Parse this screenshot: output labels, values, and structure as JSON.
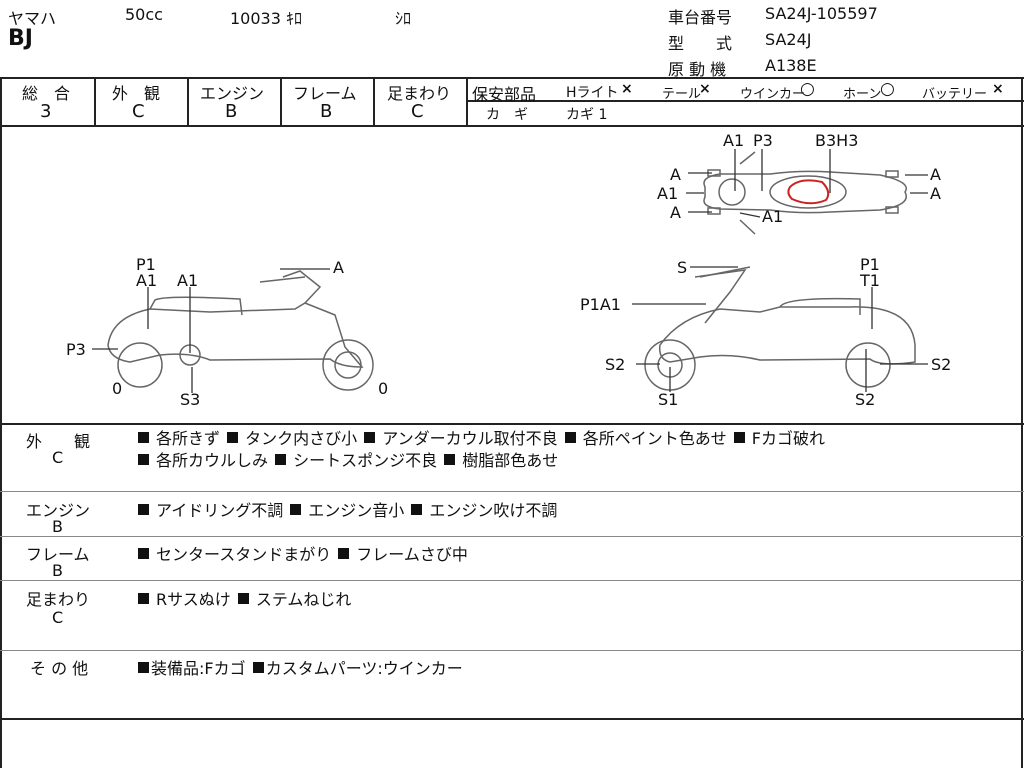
{
  "header": {
    "maker": "ヤマハ",
    "displacement": "50cc",
    "mileage": "10033 ｷﾛ",
    "color": "ｼﾛ",
    "model_name": "BJ",
    "frame_no_label": "車台番号",
    "frame_no": "SA24J-105597",
    "type_label": "型　　式",
    "type": "SA24J",
    "engine_label": "原 動 機",
    "engine": "A138E"
  },
  "grades": {
    "overall_label": "総　合",
    "overall": "3",
    "exterior_label": "外　観",
    "exterior": "C",
    "engine_label": "エンジン",
    "engine": "B",
    "frame_label": "フレーム",
    "frame": "B",
    "suspension_label": "足まわり",
    "suspension": "C"
  },
  "safety": {
    "label": "保安部品",
    "headlight_label": "Hライト",
    "headlight": "×",
    "taillight_label": "テール",
    "taillight": "×",
    "winker_label": "ウインカー",
    "winker": "○",
    "horn_label": "ホーン",
    "horn": "○",
    "battery_label": "バッテリー",
    "battery": "×",
    "key_label": "カ　ギ",
    "key_value": "カギ 1"
  },
  "diagram": {
    "top_labels": [
      "A1",
      "P3",
      "B3H3",
      "A",
      "A",
      "A1",
      "A",
      "A",
      "A1"
    ],
    "left_labels": [
      "P1",
      "A1",
      "A1",
      "A",
      "P3",
      "0",
      "0",
      "S3"
    ],
    "right_labels": [
      "S",
      "P1",
      "T1",
      "P1A1",
      "S2",
      "S2",
      "S1",
      "S2"
    ]
  },
  "notes": [
    {
      "label": "外　　観",
      "grade": "C",
      "items": [
        "各所きず",
        "タンク内さび小",
        "アンダーカウル取付不良",
        "各所ペイント色あせ",
        "Fカゴ破れ",
        "各所カウルしみ",
        "シートスポンジ不良",
        "樹脂部色あせ"
      ]
    },
    {
      "label": "エンジン",
      "grade": "B",
      "items": [
        "アイドリング不調",
        "エンジン音小",
        "エンジン吹け不調"
      ]
    },
    {
      "label": "フレーム",
      "grade": "B",
      "items": [
        "センタースタンドまがり",
        "フレームさび中"
      ]
    },
    {
      "label": "足まわり",
      "grade": "C",
      "items": [
        "Rサスぬけ",
        "ステムねじれ"
      ]
    },
    {
      "label": "そ の 他",
      "grade": "",
      "items": [
        "装備品:Fカゴ",
        "カスタムパーツ:ウインカー"
      ]
    }
  ]
}
